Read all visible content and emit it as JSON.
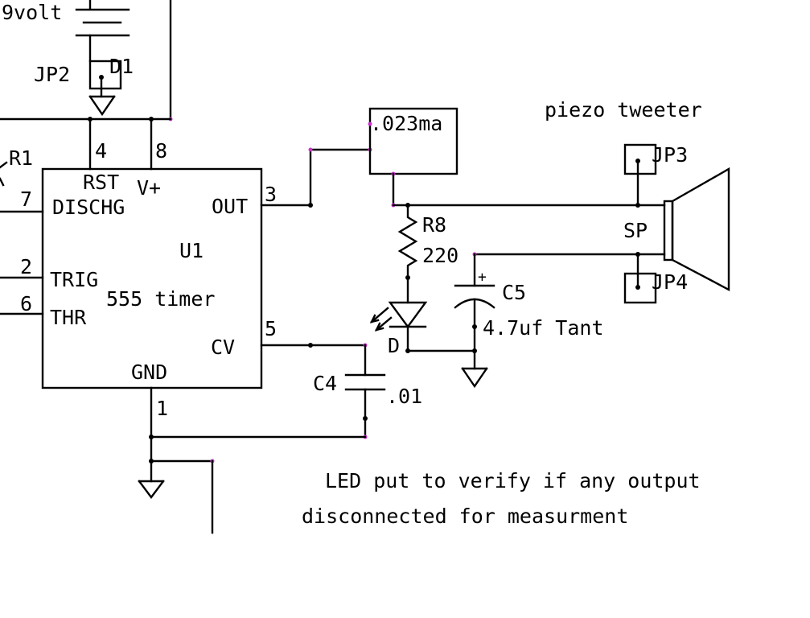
{
  "labels": {
    "battery_voltage": "9volt",
    "jp2": "JP2",
    "d1_partial": "D1",
    "r1": "R1",
    "chip_ref": "U1",
    "chip_desc": "555 timer",
    "pin_rst": "RST",
    "pin_vplus": "V+",
    "pin_dischg": "DISCHG",
    "pin_trig": "TRIG",
    "pin_thr": "THR",
    "pin_out": "OUT",
    "pin_cv": "CV",
    "pin_gnd": "GND",
    "pin_num_4": "4",
    "pin_num_8": "8",
    "pin_num_7": "7",
    "pin_num_2": "2",
    "pin_num_6": "6",
    "pin_num_3": "3",
    "pin_num_5": "5",
    "pin_num_1": "1",
    "meter": ".023ma",
    "piezo_title": "piezo tweeter",
    "jp3": "JP3",
    "jp4": "JP4",
    "speaker": "SP",
    "r8_ref": "R8",
    "r8_val": "220",
    "c5_ref": "C5",
    "c5_val": "4.7uf Tant",
    "c5_plus": "+",
    "led_ref": "D",
    "c4_ref": "C4",
    "c4_val": ".01",
    "note_line1": "LED put to verify if any output",
    "note_line2": "disconnected for measurment"
  },
  "colors": {
    "wire": "#000000",
    "pin_marker": "#cc33cc",
    "background": "#ffffff"
  }
}
